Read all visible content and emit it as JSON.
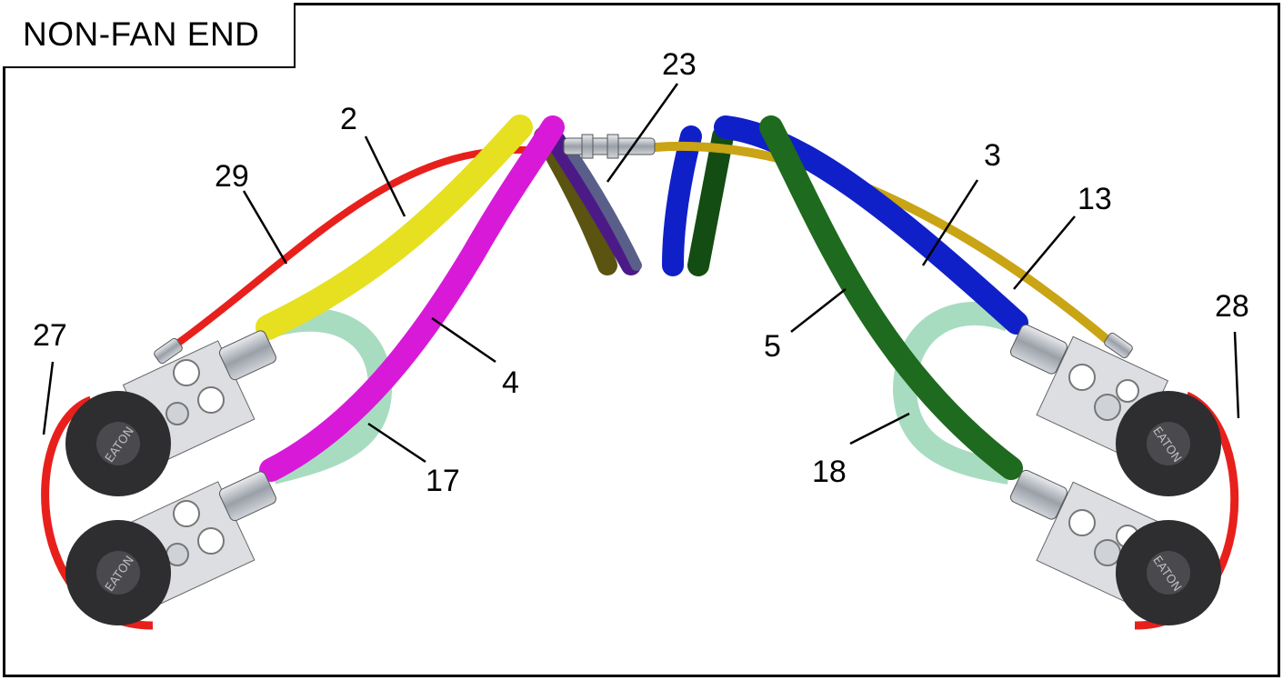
{
  "title": "NON-FAN END",
  "callouts": [
    {
      "id": "2",
      "label": "2"
    },
    {
      "id": "29",
      "label": "29"
    },
    {
      "id": "23",
      "label": "23"
    },
    {
      "id": "3",
      "label": "3"
    },
    {
      "id": "13",
      "label": "13"
    },
    {
      "id": "27",
      "label": "27"
    },
    {
      "id": "28",
      "label": "28"
    },
    {
      "id": "4",
      "label": "4"
    },
    {
      "id": "5",
      "label": "5"
    },
    {
      "id": "17",
      "label": "17"
    },
    {
      "id": "18",
      "label": "18"
    }
  ],
  "motor_brand": "EATON",
  "colors": {
    "red_hose": "#e8201c",
    "yellow_hose": "#e6e020",
    "magenta_hose": "#d81ad8",
    "purple_hose": "#6a1fa0",
    "olive_hose": "#6b6410",
    "blue_hose": "#1020c8",
    "green_hose": "#1e6a1e",
    "gold_hose": "#c9a414",
    "mint_hose": "#a8dcc0",
    "fitting": "#9aa0a8",
    "motor": "#2e2e30"
  }
}
